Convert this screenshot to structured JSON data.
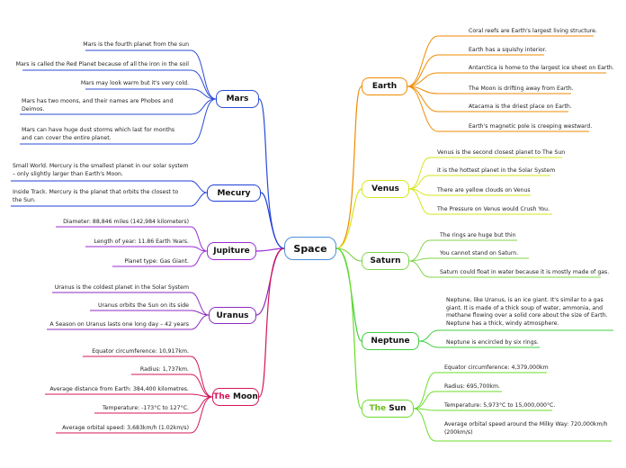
{
  "center": "Space",
  "colors": {
    "Mars": "#2b4bd6",
    "Mecury": "#1f3fd6",
    "Jupiture": "#9a2bd6",
    "Uranus": "#8b2bbf",
    "TheMoon": "#d4145a",
    "Earth": "#f08a00",
    "Venus": "#d6e61a",
    "Saturn": "#7fd64a",
    "Neptune": "#3fcf3f",
    "TheSun": "#6bdc2a"
  },
  "topics": {
    "mars": {
      "label": "Mars",
      "items": [
        "Mars is the fourth planet from the sun",
        "Mars is called the Red Planet because of all the iron in the soil",
        "Mars may look warm but it's very cold.",
        "Mars has two moons, and their names are Phobos and Deimos.",
        "Mars can have huge dust storms which last for months and can cover the entire planet."
      ]
    },
    "mecury": {
      "label": "Mecury",
      "items": [
        "Small World. Mercury is the smallest planet in our solar system – only slightly larger than Earth's Moon.",
        "Inside Track. Mercury is the planet that orbits the closest to the Sun."
      ]
    },
    "jupiture": {
      "label": "Jupiture",
      "items": [
        "Diameter: 88,846 miles (142,984 kilometers)",
        "Length of year: 11.86 Earth Years.",
        "Planet type: Gas Giant."
      ]
    },
    "uranus": {
      "label": "Uranus",
      "items": [
        "Uranus is the coldest planet in the Solar System",
        "Uranus orbits the Sun on its side",
        "A Season on Uranus lasts one long day – 42 years"
      ]
    },
    "moon": {
      "label_prefix": "The",
      "label_main": "Moon",
      "items": [
        "Equator circumference: 10,917km.",
        "Radius: 1,737km.",
        "Average distance from Earth: 384,400 kilometres.",
        "Temperature: -173°C to 127°C.",
        "Average orbital speed: 3,683km/h (1.02km/s)"
      ]
    },
    "earth": {
      "label": "Earth",
      "items": [
        "Coral reefs are Earth's largest living structure.",
        "Earth has a squishy interior.",
        "Antarctica is home to the largest ice sheet on Earth.",
        "The Moon is drifting away from Earth.",
        "Atacama is the driest place on Earth.",
        "Earth's magnetic pole is creeping westward."
      ]
    },
    "venus": {
      "label": "Venus",
      "items": [
        "Venus is the second closest planet to The Sun",
        "it is the hottest planet in the Solar System",
        "There are yellow clouds on Venus",
        "The Pressure on Venus would Crush You."
      ]
    },
    "saturn": {
      "label": "Saturn",
      "items": [
        "The rings are huge but thin",
        "You cannot stand on Saturn.",
        "Saturn could float in water because it is mostly made of gas."
      ]
    },
    "neptune": {
      "label": "Neptune",
      "items": [
        "Neptune, like Uranus, is an ice giant. It's similar to a gas giant. It is made of a thick soup of water, ammonia, and methane flowing over a solid core about the size of Earth. Neptune has a thick, windy atmosphere.",
        "Neptune is encircled by six rings."
      ]
    },
    "sun": {
      "label_prefix": "The",
      "label_main": "Sun",
      "items": [
        "Equator circumference: 4,379,000km",
        "Radius: 695,700km.",
        "Temperature: 5,973°C to 15,000,000°C.",
        "Average orbital speed around the Milky Way: 720,000km/h (200km/s)"
      ]
    }
  }
}
